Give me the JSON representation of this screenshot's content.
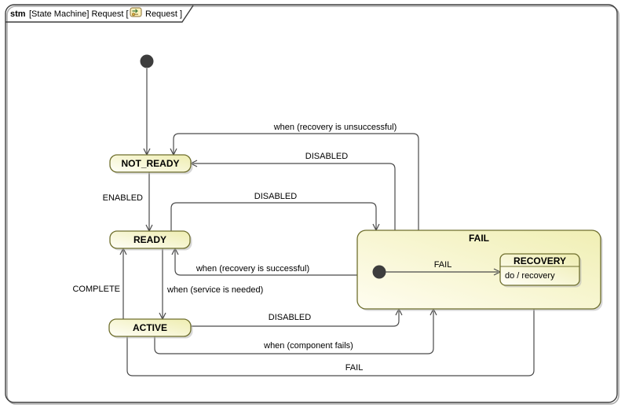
{
  "header": {
    "keyword": "stm",
    "context_label": "[State Machine] Request [",
    "diagram_name_label": "Request ]",
    "icon": "state-machine-diagram-icon"
  },
  "states": {
    "not_ready": {
      "name": "NOT_READY"
    },
    "ready": {
      "name": "READY"
    },
    "active": {
      "name": "ACTIVE"
    },
    "fail": {
      "name": "FAIL"
    },
    "recovery": {
      "name": "RECOVERY",
      "do_activity": "do / recovery"
    }
  },
  "transitions": {
    "initial_to_not_ready": {
      "label": "",
      "source": "initial",
      "target": "NOT_READY"
    },
    "enabled": {
      "label": "ENABLED",
      "source": "NOT_READY",
      "target": "READY"
    },
    "when_recovery_unsuccessful": {
      "label": "when (recovery is unsuccessful)",
      "source": "FAIL",
      "target": "NOT_READY"
    },
    "disabled_fail_to_not_ready": {
      "label": "DISABLED",
      "source": "FAIL",
      "target": "NOT_READY"
    },
    "disabled_ready_to_fail": {
      "label": "DISABLED",
      "source": "READY",
      "target": "FAIL"
    },
    "when_recovery_successful": {
      "label": "when (recovery is successful)",
      "source": "FAIL",
      "target": "READY"
    },
    "complete": {
      "label": "COMPLETE",
      "source": "ACTIVE",
      "target": "READY"
    },
    "when_service_needed": {
      "label": "when (service is needed)",
      "source": "READY",
      "target": "ACTIVE"
    },
    "disabled_active_to_fail": {
      "label": "DISABLED",
      "source": "ACTIVE",
      "target": "FAIL"
    },
    "when_component_fails": {
      "label": "when (component fails)",
      "source": "ACTIVE",
      "target": "FAIL"
    },
    "fail_active_to_recovery": {
      "label": "FAIL",
      "source": "ACTIVE",
      "target": "RECOVERY"
    },
    "fail_inner_initial_to_recovery": {
      "label": "FAIL",
      "source": "initial (inside FAIL)",
      "target": "RECOVERY"
    }
  },
  "colors": {
    "state_fill_start": "#fffef8",
    "state_fill_end": "#eeedb0",
    "state_border": "#6f6f2e",
    "transition_line": "#4a4a4a",
    "shadow": "#b6b6b6",
    "frame_border": "#3d3d3d",
    "initial_node": "#3d3d3d",
    "background": "#ffffff"
  }
}
